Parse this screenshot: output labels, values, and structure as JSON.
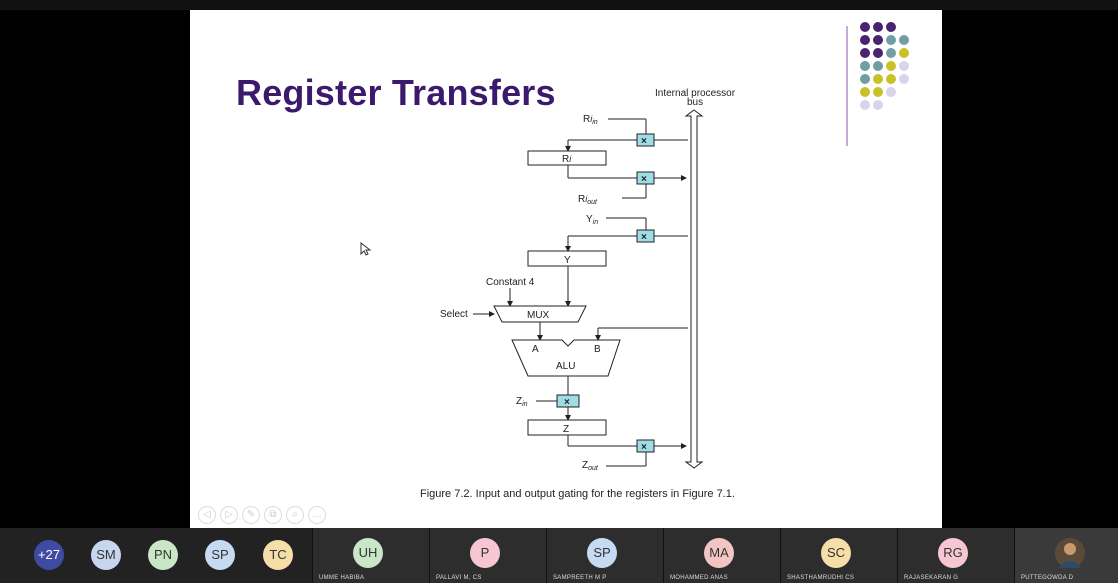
{
  "slide": {
    "title": "Register Transfers",
    "bus_label_1": "Internal processor",
    "bus_label_2": "bus",
    "labels": {
      "ri_in_main": "R",
      "ri_in_sub": "i",
      "ri_in_sfx": "in",
      "ri_box": "R",
      "ri_box_sub": "i",
      "ri_out_main": "R",
      "ri_out_sub": "i",
      "ri_out_sfx": "out",
      "y_in": "Y",
      "y_in_sfx": "in",
      "y_box": "Y",
      "constant": "Constant 4",
      "select": "Select",
      "mux": "MUX",
      "alu_a": "A",
      "alu_b": "B",
      "alu": "ALU",
      "z_in": "Z",
      "z_in_sfx": "in",
      "z_box": "Z",
      "z_out": "Z",
      "z_out_sfx": "out",
      "gate_symbol": "×"
    },
    "caption": "Figure 7.2.  Input and output gating for the registers in Figure 7.1.",
    "deco_dot_colors": {
      "purple": "#4a2370",
      "teal": "#6f9ea4",
      "yellow": "#c9c12a",
      "lavender": "#d9d4ec"
    },
    "controls": [
      "◁",
      "▷",
      "✎",
      "⧉",
      "⌕",
      "…"
    ]
  },
  "participants": [
    {
      "initials": "+27",
      "color": "#3f4aa3",
      "text_color": "#ffffff"
    },
    {
      "initials": "SM",
      "color": "#c7d6ee",
      "text_color": "#333333"
    },
    {
      "initials": "PN",
      "color": "#c9e6c6",
      "text_color": "#333333"
    },
    {
      "initials": "SP",
      "color": "#c6dbf2",
      "text_color": "#333333"
    },
    {
      "initials": "TC",
      "color": "#f6dea8",
      "text_color": "#333333"
    }
  ],
  "tiles": [
    {
      "initials": "UH",
      "name": "UMME HABIBA",
      "color": "#c9e6c6"
    },
    {
      "initials": "P",
      "name": "PALLAVI M, CS",
      "color": "#f6c6d2"
    },
    {
      "initials": "SP",
      "name": "SAMPREETH M P",
      "color": "#c6dbf2"
    },
    {
      "initials": "MA",
      "name": "MOHAMMED ANAS",
      "color": "#f2c4c4"
    },
    {
      "initials": "SC",
      "name": "SHASTHAMRUDHI CS",
      "color": "#f6dea8"
    },
    {
      "initials": "RG",
      "name": "RAJASEKARAN G",
      "color": "#f6c6d2"
    },
    {
      "initials": "",
      "name": "PUTTEGOWDA D",
      "color": "#5a4a3a"
    }
  ]
}
